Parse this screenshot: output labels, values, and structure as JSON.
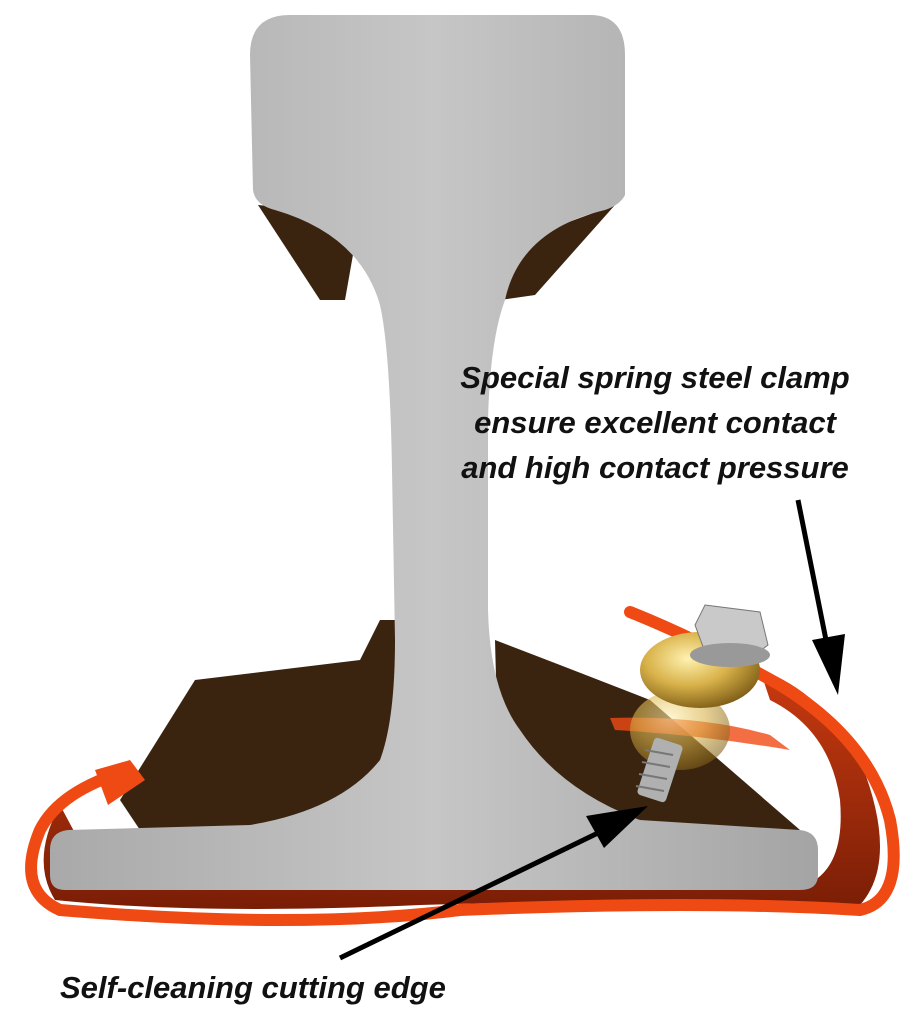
{
  "annotations": {
    "clamp_lines": [
      "Special spring steel clamp",
      "ensure excellent contact",
      "and high contact pressure"
    ],
    "cutting_edge": "Self-cleaning cutting edge"
  },
  "colors": {
    "rail_steel": "#b8b8b8",
    "shadow_brown": "#3a2410",
    "clamp_orange": "#f04a14",
    "bolt_brass": "#d9b24a",
    "arrow": "#000000"
  }
}
